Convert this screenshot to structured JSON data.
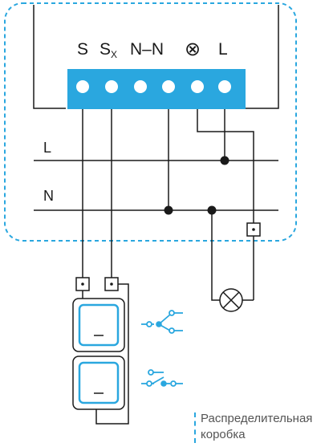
{
  "terminal_labels": {
    "s": "S",
    "sx_main": "S",
    "sx_sub": "X",
    "nn": "N–N",
    "lamp_symbol": "⊗",
    "l": "L"
  },
  "line_labels": {
    "l": "L",
    "n": "N"
  },
  "legend": {
    "line1": "Распределительная",
    "line2": "коробка"
  },
  "colors": {
    "accent": "#2aa7df",
    "wire": "#1a1a1a"
  },
  "icons": {
    "lamp": "lamp-icon",
    "switch": "switch-icon",
    "contact": "contact-symbol-icon"
  }
}
